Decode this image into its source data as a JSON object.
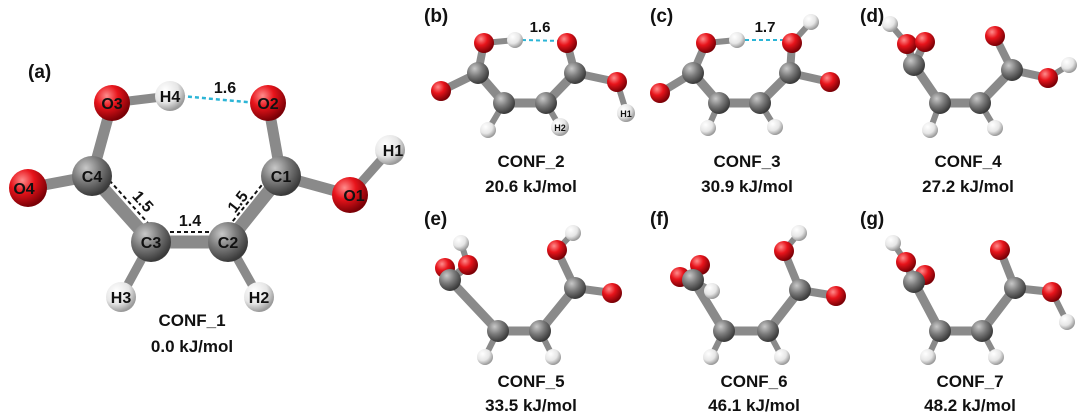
{
  "panels": [
    {
      "id": "a",
      "label": "(a)",
      "name": "CONF_1",
      "energy": "0.0 kJ/mol",
      "atom_labels": {
        "O3": "O3",
        "H4": "H4",
        "O2": "O2",
        "H1": "H1",
        "O4": "O4",
        "C4": "C4",
        "C1": "C1",
        "O1": "O1",
        "C3": "C3",
        "C2": "C2",
        "H3": "H3",
        "H2": "H2"
      },
      "hbond": "1.6",
      "bonds": {
        "c4_c3": "1.5",
        "c3_c2": "1.4",
        "c2_c1": "1.5"
      }
    },
    {
      "id": "b",
      "label": "(b)",
      "name": "CONF_2",
      "energy": "20.6 kJ/mol",
      "hbond": "1.6",
      "atom_labels": {
        "H2": "H2",
        "H1": "H1"
      }
    },
    {
      "id": "c",
      "label": "(c)",
      "name": "CONF_3",
      "energy": "30.9 kJ/mol",
      "hbond": "1.7"
    },
    {
      "id": "d",
      "label": "(d)",
      "name": "CONF_4",
      "energy": "27.2 kJ/mol"
    },
    {
      "id": "e",
      "label": "(e)",
      "name": "CONF_5",
      "energy": "33.5 kJ/mol"
    },
    {
      "id": "f",
      "label": "(f)",
      "name": "CONF_6",
      "energy": "46.1 kJ/mol"
    },
    {
      "id": "g",
      "label": "(g)",
      "name": "CONF_7",
      "energy": "48.2 kJ/mol"
    }
  ],
  "colors": {
    "oxygen": "#e8141b",
    "carbon": "#7b7b7b",
    "hydrogen": "#eeeeee",
    "bond": "#8a8a8a",
    "hbond": "#2cb5d6"
  }
}
